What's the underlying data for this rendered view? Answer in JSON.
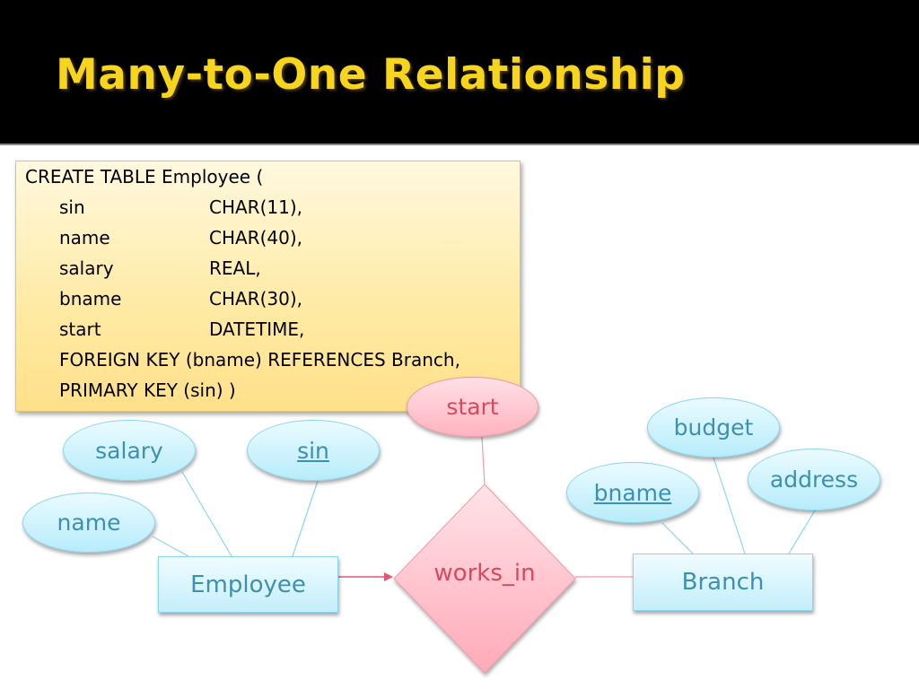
{
  "title": "Many-to-One Relationship",
  "sql": {
    "header": "CREATE TABLE Employee (",
    "columns": [
      {
        "name": "sin",
        "type": "CHAR(11),"
      },
      {
        "name": "name",
        "type": "CHAR(40),"
      },
      {
        "name": "salary",
        "type": "REAL,"
      },
      {
        "name": "bname",
        "type": "CHAR(30),"
      },
      {
        "name": "start",
        "type": "DATETIME,"
      }
    ],
    "foreign_key": "FOREIGN KEY (bname) REFERENCES Branch,",
    "primary_key": "PRIMARY KEY (sin) )"
  },
  "diagram": {
    "entities": {
      "employee": "Employee",
      "branch": "Branch"
    },
    "relationship": "works_in",
    "relationship_attribute": "start",
    "employee_attributes": {
      "salary": "salary",
      "sin": "sin",
      "name": "name"
    },
    "branch_attributes": {
      "budget": "budget",
      "address": "address",
      "bname": "bname"
    },
    "key_attributes": [
      "sin",
      "bname"
    ]
  },
  "colors": {
    "title": "#f7d51d",
    "attribute_text": "#3e8fb0",
    "relationship_text": "#d9485f",
    "arrow": "#e05a6e"
  }
}
